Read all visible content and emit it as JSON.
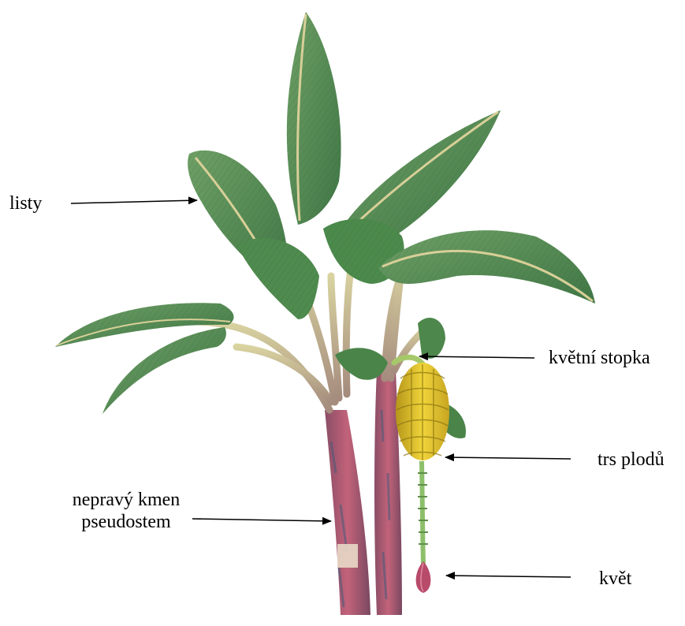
{
  "labels": {
    "leaves": "listy",
    "flower_stalk": "květní stopka",
    "fruit_bunch": "trs plodů",
    "false_stem_line1": "nepravý kmen",
    "false_stem_line2": "pseudostem",
    "flower": "květ"
  },
  "colors": {
    "leaf": "#4e8a4c",
    "leaf_dark": "#3d7340",
    "leaf_light": "#7fae72",
    "midrib": "#d8cf98",
    "stem": "#b8566e",
    "stem_dark": "#6b4a5a",
    "banana": "#e0c22c",
    "flower_bud": "#b84a6a",
    "arrow": "#000000"
  },
  "icons": {
    "plant": "banana-plant-illustration",
    "pointer": "arrow-pointer-icon"
  }
}
